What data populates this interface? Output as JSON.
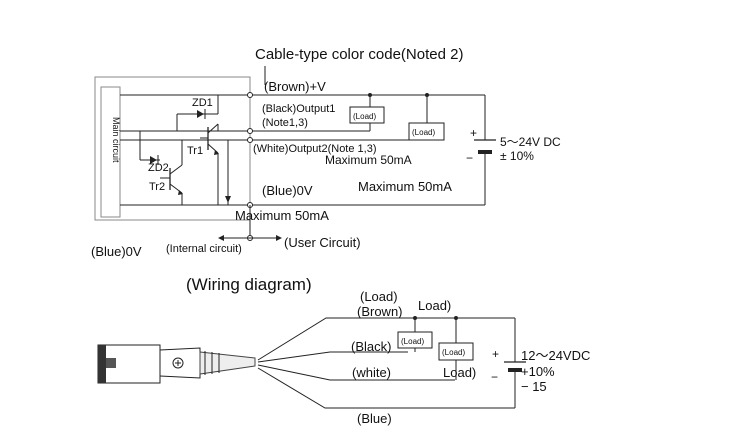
{
  "top": {
    "cable_color_code_title": "Cable-type color code(Noted 2)",
    "main_circuit_label": "Main circuit",
    "brown_v_label": "(Brown)+V",
    "black_output1_label": "(Black)Output1",
    "note13_label": "(Note1,3)",
    "white_output2_label": "(White)Output2(Note 1,3)",
    "max_50ma_1": "Maximum 50mA",
    "max_50ma_2": "Maximum 50mA",
    "max_50ma_3": "Maximum 50mA",
    "blue_0v_inner_label": "(Blue)0V",
    "blue_0v_outer_label": "(Blue)0V",
    "internal_circuit_label": "(Internal circuit)",
    "user_circuit_label": "(User Circuit)",
    "load_a": "(Load)",
    "load_b": "(Load)",
    "zd1": "ZD1",
    "zd2": "ZD2",
    "tr1": "Tr1",
    "tr2": "Tr2",
    "supply_voltage": "5～24V DC",
    "supply_tolerance": "± 10%",
    "plus_sign": "+",
    "minus_sign": "−"
  },
  "bottom": {
    "wiring_title": "(Wiring diagram)",
    "load_label_1": "(Load)",
    "load_label_2": "Load)",
    "load_label_3": "Load)",
    "load_box_1": "(Load)",
    "load_box_2": "(Load)",
    "brown_wire": "(Brown)",
    "black_wire": "(Black)",
    "white_wire": "(white)",
    "blue_wire": "(Blue)",
    "supply_voltage": "12～24VDC",
    "supply_tol_plus": "+10%",
    "supply_tol_minus": "− 15",
    "plus_sign": "+",
    "minus_sign": "−"
  }
}
